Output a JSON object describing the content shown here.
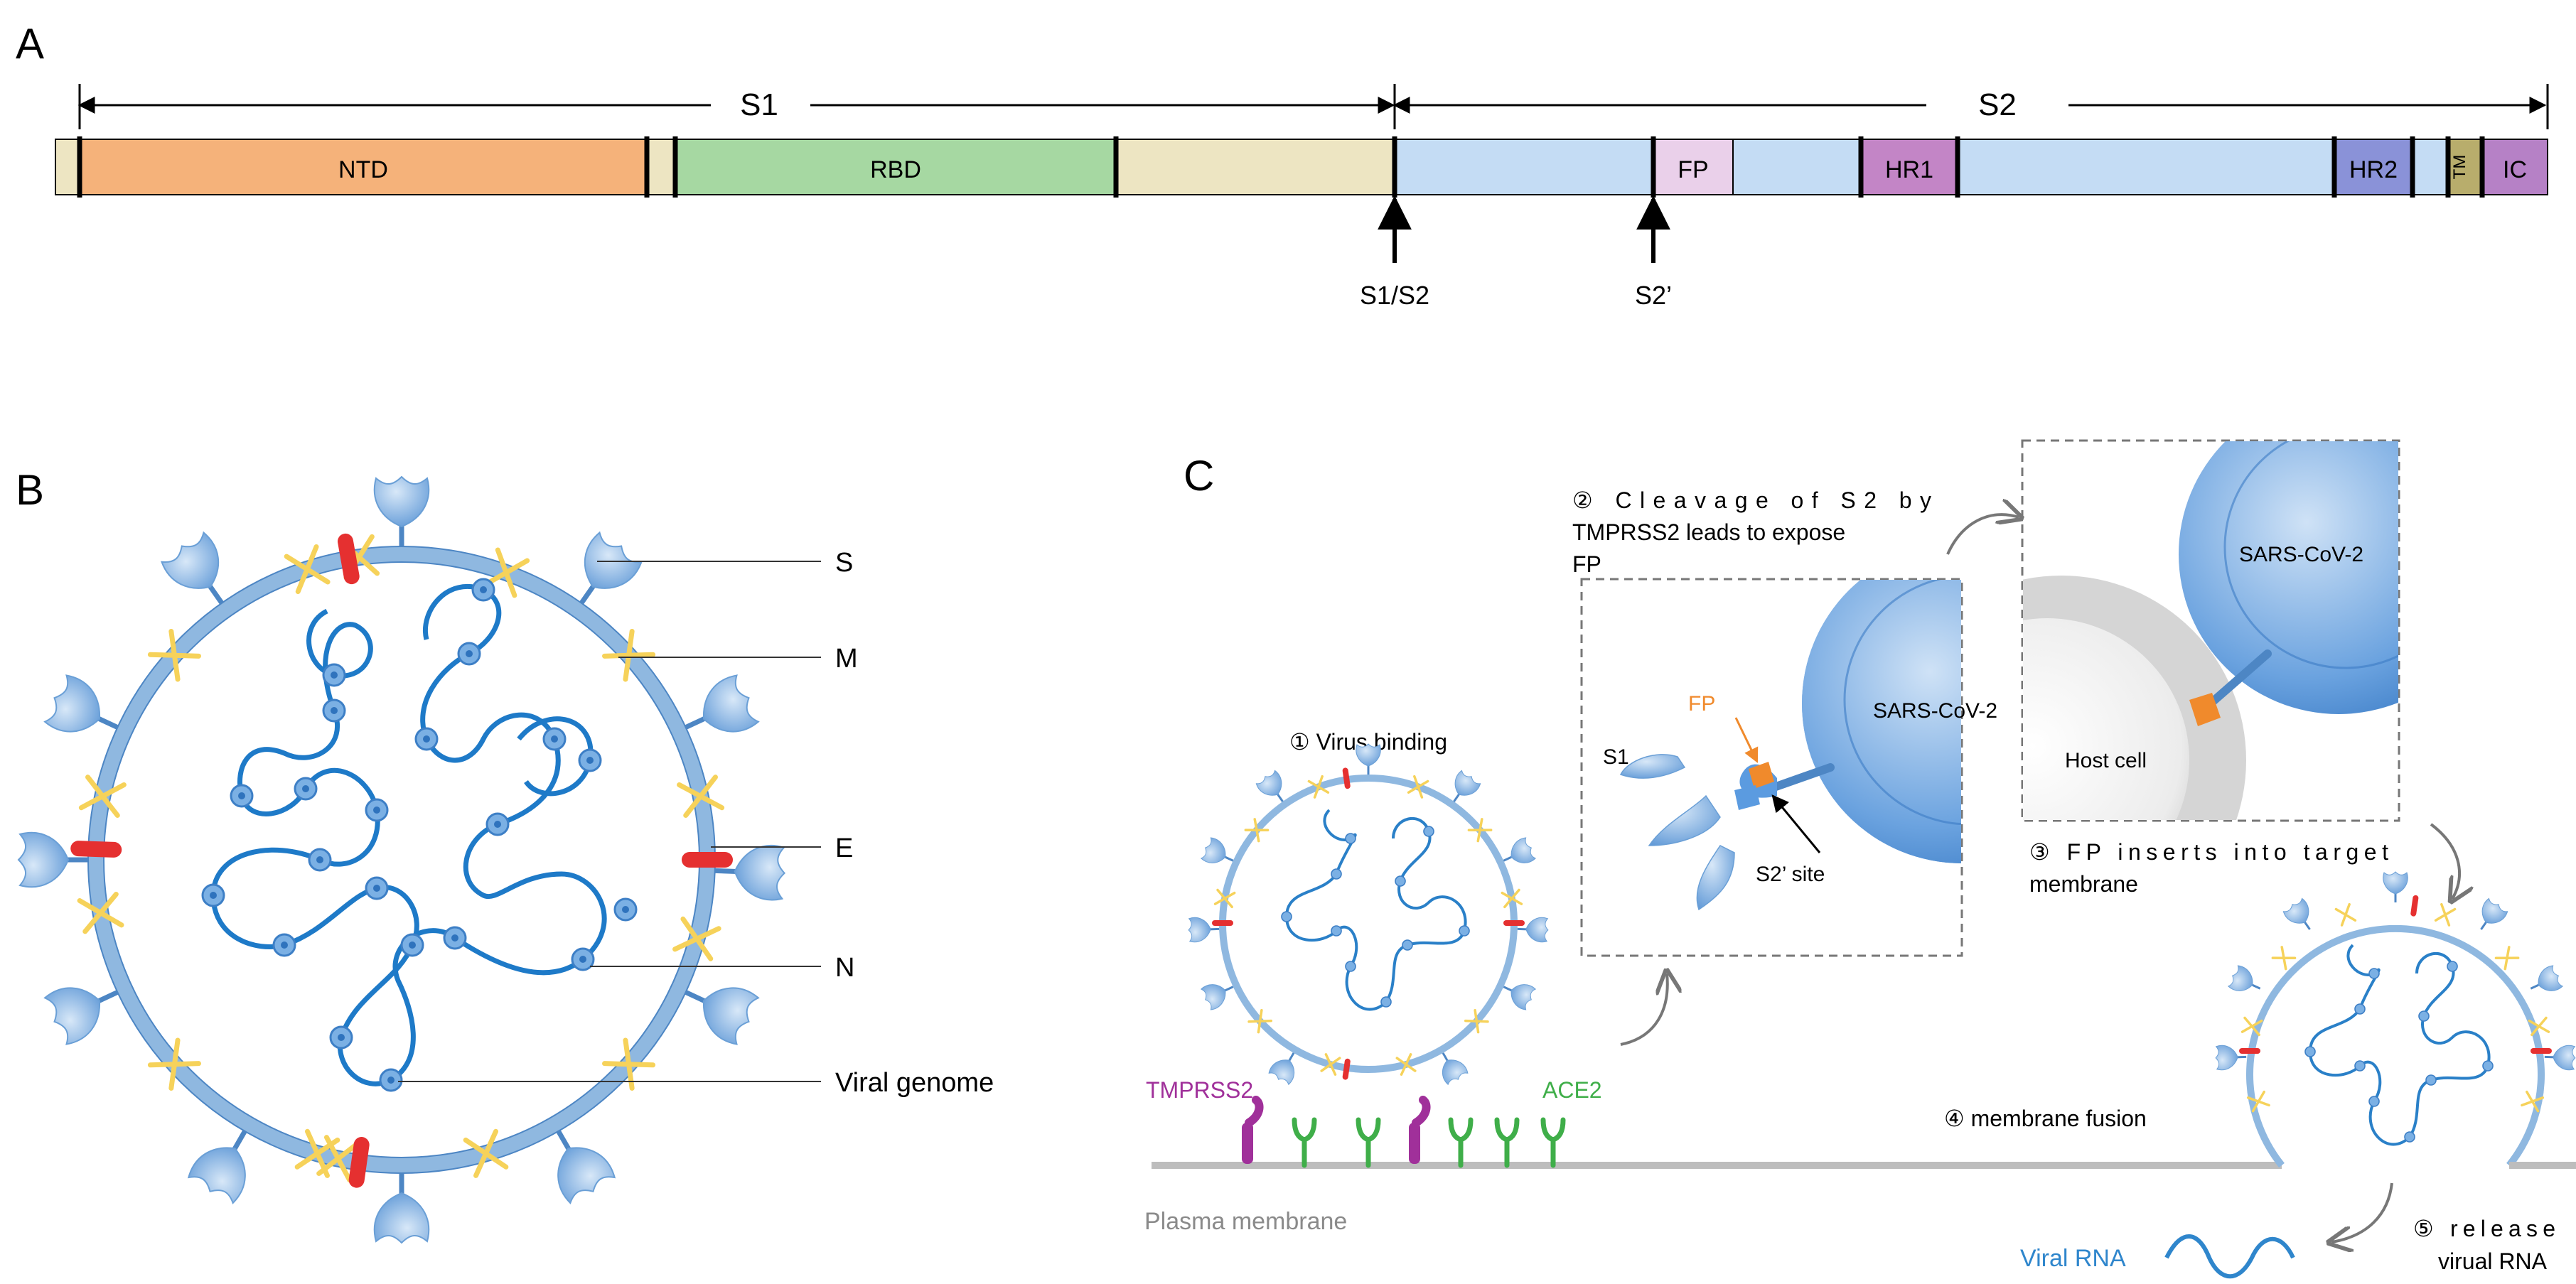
{
  "panel_a": {
    "letter": "A",
    "span_s1": "S1",
    "span_s2": "S2",
    "domains": {
      "ntd": "NTD",
      "rbd": "RBD",
      "fp": "FP",
      "hr1": "HR1",
      "hr2": "HR2",
      "tm": "TM",
      "ic": "IC"
    },
    "cleavage_s1s2": "S1/S2",
    "cleavage_s2p": "S2’",
    "colors": {
      "ntd": "#f5b27a",
      "rbd": "#a6d8a2",
      "linker": "#ede5c2",
      "s2": "#c4dcf4",
      "fp": "#ead0ea",
      "hr1": "#c385c6",
      "hr2": "#8a92d8",
      "tm": "#b8ad6c",
      "ic": "#b681c6"
    }
  },
  "panel_b": {
    "letter": "B",
    "labels": {
      "s": "S",
      "m": "M",
      "e": "E",
      "n": "N",
      "genome": "Viral genome"
    },
    "colors": {
      "membrane": "#8fb8e0",
      "spike": "#6aa3dc",
      "m_protein": "#f6d25a",
      "e_protein": "#e53030",
      "genome": "#1e7ac8",
      "n_protein": "#4d8fd0"
    }
  },
  "panel_c": {
    "letter": "C",
    "step1": "① Virus binding",
    "step2_lines": [
      "② Cleavage of S2 by",
      "TMPRSS2 leads to expose",
      "FP"
    ],
    "step3_lines": [
      "③ FP inserts into target",
      "membrane"
    ],
    "step4": "④ membrane fusion",
    "step5_lines": [
      "⑤ release",
      "virual RNA"
    ],
    "tmprss2": "TMPRSS2",
    "ace2": "ACE2",
    "plasma_membrane": "Plasma membrane",
    "viral_rna": "Viral RNA",
    "sars1": "SARS-CoV-2",
    "sars2": "SARS-CoV-2",
    "host_cell": "Host cell",
    "fp": "FP",
    "s1": "S1",
    "s2_site": "S2’ site",
    "colors": {
      "tmprss2": "#a0309a",
      "ace2": "#3fae49",
      "fp": "#f08a2c",
      "viral_rna": "#2f86cc",
      "virus_body": "#5b9be0"
    }
  }
}
